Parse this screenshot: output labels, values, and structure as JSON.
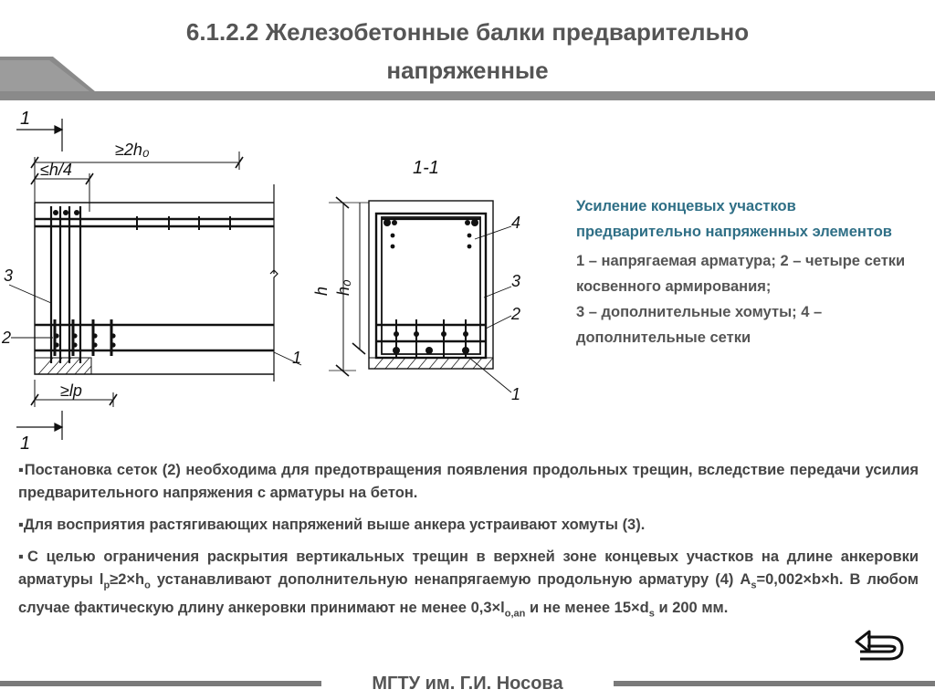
{
  "title": {
    "line1": "6.1.2.2 Железобетонные балки предварительно",
    "line2": "напряженные"
  },
  "drawing": {
    "section_mark": "1",
    "dim_2h0": "≥2h₀",
    "dim_h4": "≤h/4",
    "dim_lp": "≥lp",
    "section_title": "1-1",
    "label_h": "h",
    "label_h0": "h₀",
    "callout_1": "1",
    "callout_2": "2",
    "callout_3": "3",
    "callout_4": "4"
  },
  "legend": {
    "title": "Усиление концевых участков предварительно напряженных элементов",
    "line1": "1 – напрягаемая арматура; 2 – четыре сетки косвенного армирования;",
    "line2": "3 – дополнительные хомуты; 4 – дополнительные сетки"
  },
  "body": {
    "p1": "▪Постановка сеток (2) необходима для предотвращения появления продольных трещин, вследствие передачи усилия предварительного напряжения с арматуры на бетон.",
    "p2": "▪Для восприятия растягивающих напряжений выше анкера устраивают хомуты (3).",
    "p3_a": "▪С целью ограничения раскрытия вертикальных трещин в верхней зоне концевых участков на длине анкеровки арматуры l",
    "p3_sub1": "p",
    "p3_b": "≥2×h",
    "p3_sub2": "o",
    "p3_c": " устанавливают дополнительную ненапрягаемую продольную арматуру (4) A",
    "p3_sub3": "s",
    "p3_d": "=0,002×b×h. В любом случае фактическую длину анкеровки принимают не менее 0,3×l",
    "p3_sub4": "o,an",
    "p3_e": " и не менее 15×d",
    "p3_sub5": "s",
    "p3_f": " и 200 мм."
  },
  "footer": {
    "text": "МГТУ им. Г.И. Носова"
  },
  "icons": {
    "back": "return-arrow-icon"
  }
}
